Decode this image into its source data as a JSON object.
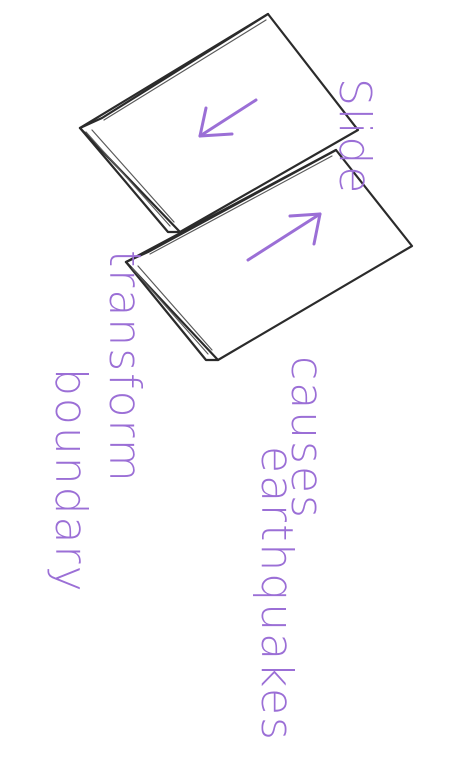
{
  "labels": {
    "slide": "Slide",
    "causes": "causes",
    "earthquakes": "earthquakes",
    "transform": "transform",
    "boundary": "boundary"
  },
  "colors": {
    "ink": "#2b2b2b",
    "marker": "#9b6fd6",
    "paper": "#ffffff"
  }
}
